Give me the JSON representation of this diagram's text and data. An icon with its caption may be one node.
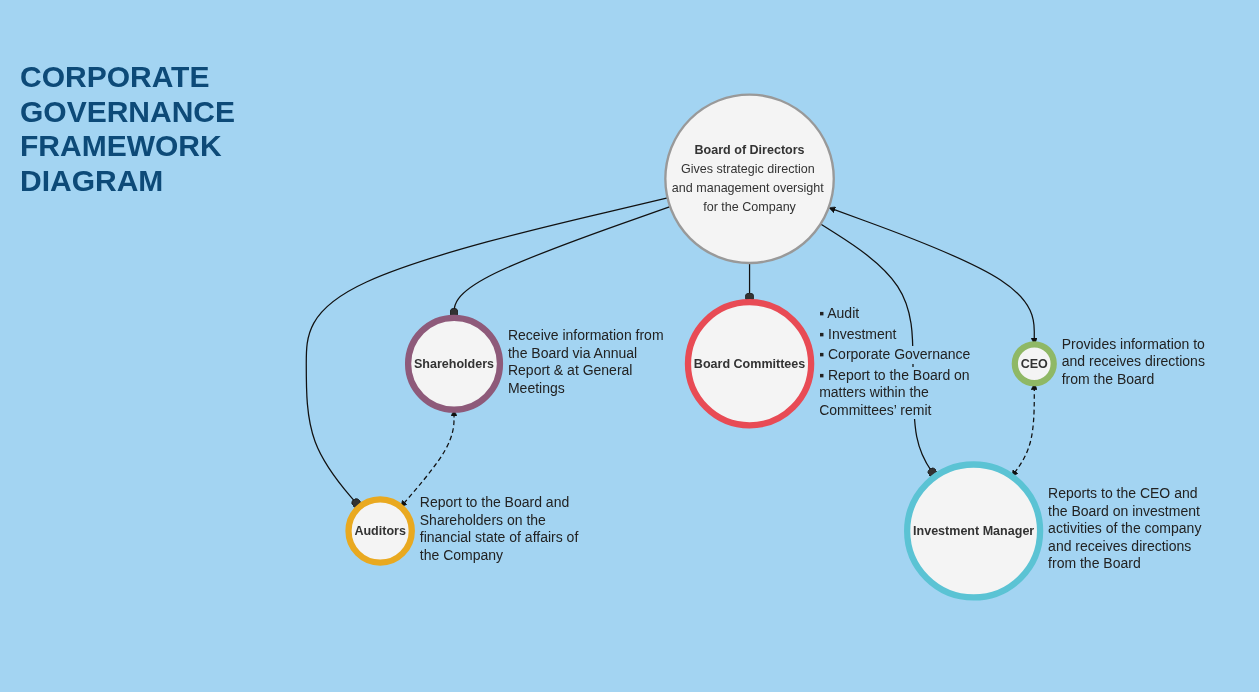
{
  "diagram": {
    "title": "CORPORATE GOVERNANCE FRAMEWORK DIAGRAM",
    "nodes": [
      {
        "text": [
          "Board of Directors",
          "Gives strategic direction and management oversight for the Company"
        ]
      },
      {
        "text": [
          "Shareholders"
        ],
        "beside": [
          "Receive information from the Board via Annual Report & at General Meetings"
        ]
      },
      {
        "text": [
          "Auditors"
        ],
        "beside": [
          "Report to the Board and Shareholders on the financial state of affairs of the Company"
        ]
      },
      {
        "text": [
          "CEO"
        ],
        "beside": [
          "Provides information to and receives directions from the Board"
        ]
      },
      {
        "text": [
          "Investment Manager"
        ],
        "beside": [
          "Reports to the CEO and the Board on investment activities of the company and receives directions from the Board"
        ]
      },
      {
        "text": [
          "Board Committees"
        ],
        "beside": [
          "▪ Audit",
          "▪ Investment",
          "▪ Corporate Governance",
          "▪ Report to the Board on matters within the Committees’ remit"
        ]
      }
    ],
    "edges": [
      {
        "from": 0,
        "to": 1,
        "arrow": "other"
      },
      {
        "from": 0,
        "to": 2,
        "arrow": "other"
      },
      {
        "from": 0,
        "to": 3,
        "arrow": "both"
      },
      {
        "from": 0,
        "to": 4,
        "arrow": "other"
      },
      {
        "from": 0,
        "to": 5,
        "arrow": "other"
      },
      {
        "from": 1,
        "to": 2,
        "arrow": "both",
        "style": "dashed"
      },
      {
        "from": 3,
        "to": 4,
        "arrow": "both",
        "style": "dashed"
      }
    ]
  }
}
